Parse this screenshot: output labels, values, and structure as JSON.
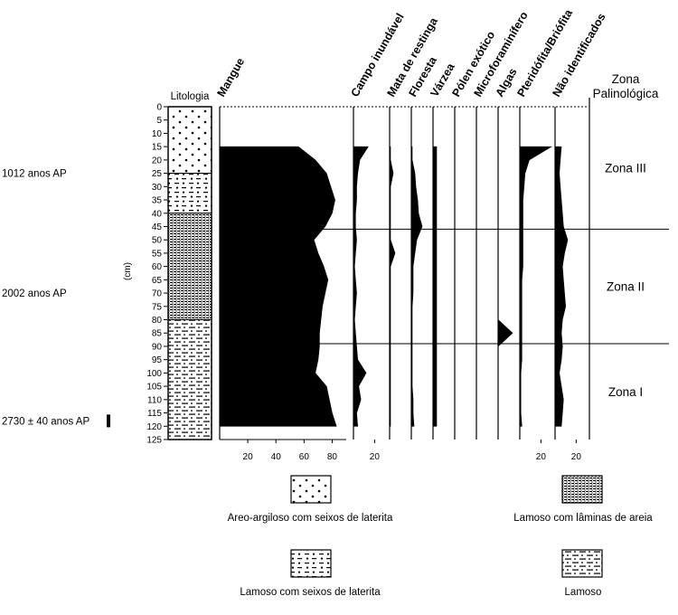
{
  "chart_data": {
    "type": "area",
    "depth_axis": {
      "label": "(cm)",
      "ticks": [
        0,
        5,
        10,
        15,
        20,
        25,
        30,
        35,
        40,
        45,
        50,
        55,
        60,
        65,
        70,
        75,
        80,
        85,
        90,
        95,
        100,
        105,
        110,
        115,
        120,
        125
      ],
      "range": [
        0,
        125
      ]
    },
    "lithology_title": "Litologia",
    "lithology": [
      {
        "from": 0,
        "to": 25,
        "type": "Areo-argiloso com seixos de laterita",
        "pattern": "dots"
      },
      {
        "from": 25,
        "to": 40,
        "type": "Lamoso com seixos de laterita",
        "pattern": "dashdots"
      },
      {
        "from": 40,
        "to": 80,
        "type": "Lamoso com lâminas de areia",
        "pattern": "fine"
      },
      {
        "from": 80,
        "to": 125,
        "type": "Lamoso",
        "pattern": "dashes"
      }
    ],
    "ages": [
      {
        "depth": 25,
        "label": "1012 anos AP"
      },
      {
        "depth": 70,
        "label": "2002 anos AP"
      },
      {
        "depth": 118,
        "label": "2730 ± 40 anos AP"
      }
    ],
    "zone_header": {
      "line1": "Zona",
      "line2": "Palinológica"
    },
    "zones": [
      {
        "name": "Zona III",
        "from": 0,
        "to": 46
      },
      {
        "name": "Zona II",
        "from": 46,
        "to": 89
      },
      {
        "name": "Zona I",
        "from": 89,
        "to": 125
      }
    ],
    "zone_boundaries": [
      46,
      89
    ],
    "depths": [
      15,
      20,
      25,
      30,
      35,
      40,
      45,
      50,
      55,
      60,
      65,
      70,
      75,
      80,
      85,
      90,
      95,
      100,
      105,
      110,
      115,
      120
    ],
    "series": [
      {
        "name": "Mangue",
        "axis_ticks": [
          "20",
          "40",
          "60",
          "80"
        ],
        "max": 90,
        "values": [
          56,
          68,
          76,
          79,
          82,
          80,
          75,
          67,
          70,
          74,
          77,
          75,
          73,
          72,
          71,
          71,
          70,
          68,
          76,
          78,
          80,
          83
        ]
      },
      {
        "name": "Campo inundável",
        "axis_ticks": [
          "20"
        ],
        "max": 30,
        "values": [
          14,
          6,
          4,
          3,
          3,
          2,
          2,
          3,
          2,
          1,
          2,
          3,
          2,
          1,
          2,
          3,
          4,
          12,
          5,
          7,
          3,
          4
        ]
      },
      {
        "name": "Mata de restinga",
        "axis_ticks": [],
        "max": 10,
        "values": [
          0.5,
          0.5,
          2,
          0.5,
          0.5,
          0.5,
          0.5,
          0.5,
          3,
          0.5,
          0.5,
          0.5,
          0.5,
          0.5,
          0.5,
          0.5,
          0.5,
          0.5,
          0.5,
          0.5,
          0.5,
          0.5
        ]
      },
      {
        "name": "Floresta",
        "axis_ticks": [],
        "max": 20,
        "values": [
          1,
          1,
          4,
          5,
          7,
          8,
          12,
          6,
          4,
          2,
          2,
          2,
          1,
          1,
          1,
          1,
          1,
          1,
          1,
          2,
          2,
          3
        ]
      },
      {
        "name": "Várzea",
        "axis_ticks": [],
        "max": 10,
        "values": [
          2,
          2,
          2,
          2,
          2,
          2,
          2,
          2,
          2,
          2,
          2,
          2,
          2,
          2,
          2,
          2,
          2,
          2,
          2,
          2,
          2,
          2
        ]
      },
      {
        "name": "Pólen exótico",
        "axis_ticks": [],
        "max": 10,
        "values": [
          0,
          0,
          0,
          0,
          0,
          0,
          0,
          0,
          0,
          0,
          0,
          0,
          0,
          0,
          0,
          0,
          0,
          0,
          0,
          0,
          0,
          0
        ]
      },
      {
        "name": "Microforaminífero",
        "axis_ticks": [],
        "max": 10,
        "values": [
          0,
          0,
          0,
          0,
          0,
          0,
          0,
          0,
          0,
          0,
          0,
          0,
          0,
          0,
          0,
          0,
          0,
          0,
          0,
          0,
          0,
          0
        ]
      },
      {
        "name": "Algas",
        "axis_ticks": [],
        "max": 10,
        "values": [
          0,
          0,
          0,
          0,
          0,
          0,
          0,
          0,
          0,
          0,
          0,
          0,
          0,
          0,
          8,
          0,
          0,
          0,
          0,
          0,
          0,
          0
        ]
      },
      {
        "name": "Pteridófita/Briófita",
        "axis_ticks": [
          "20"
        ],
        "max": 30,
        "values": [
          30,
          9,
          5,
          4,
          3,
          3,
          3,
          3,
          3,
          3,
          2,
          2,
          2,
          2,
          2,
          2,
          2,
          1,
          1,
          1,
          1,
          2
        ]
      },
      {
        "name": "Não identificados",
        "axis_ticks": [
          "20"
        ],
        "max": 30,
        "values": [
          6,
          5,
          4,
          5,
          6,
          7,
          8,
          12,
          9,
          7,
          8,
          9,
          10,
          7,
          6,
          7,
          6,
          4,
          6,
          8,
          7,
          6
        ]
      }
    ],
    "legend": [
      {
        "label": "Areo-argiloso com seixos de laterita",
        "pattern": "dots"
      },
      {
        "label": "Lamoso com lâminas de areia",
        "pattern": "fine"
      },
      {
        "label": "Lamoso com seixos de laterita",
        "pattern": "dashdots"
      },
      {
        "label": "Lamoso",
        "pattern": "dashes"
      }
    ]
  }
}
